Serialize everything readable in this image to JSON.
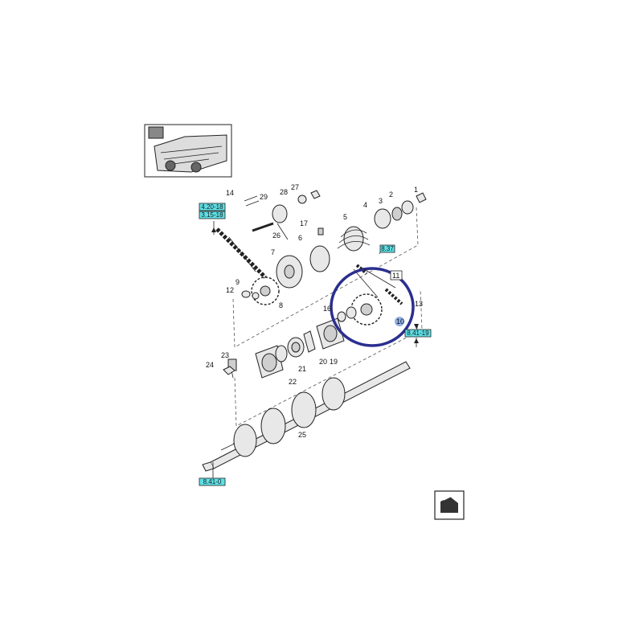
{
  "callouts": {
    "n1": "1",
    "n2": "2",
    "n3": "3",
    "n4": "4",
    "n5": "5",
    "n6": "6",
    "n7": "7",
    "n8": "8",
    "n9": "9",
    "n10": "10",
    "n11": "11",
    "n12": "12",
    "n13": "13",
    "n14": "14",
    "n16": "16",
    "n17": "17",
    "n19": "19",
    "n20": "20",
    "n21": "21",
    "n22": "22",
    "n23": "23",
    "n24": "24",
    "n25": "25",
    "n26": "26",
    "n27": "27",
    "n28": "28",
    "n29": "29"
  },
  "refs": {
    "ref_a": "4.20-18",
    "ref_b": "3.15-18",
    "ref_c": "8.37",
    "ref_d": "8.41-19",
    "ref_e": "8.41-0"
  },
  "colors": {
    "highlight_ring": "#2b2f8f",
    "ref_fill": "#5ee0e6",
    "callout_highlight": "#8fb0e8"
  },
  "icons": [
    "machine-overview-icon",
    "next-page-icon"
  ]
}
